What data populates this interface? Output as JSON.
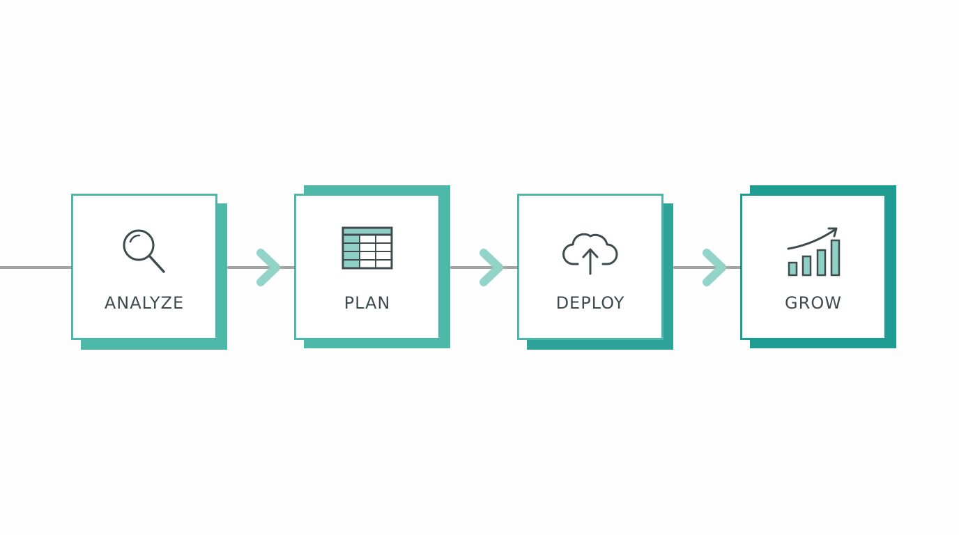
{
  "diagram": {
    "steps": [
      {
        "id": "analyze",
        "label": "ANALYZE",
        "icon": "magnifier-icon",
        "accent": "#4db8a8"
      },
      {
        "id": "plan",
        "label": "PLAN",
        "icon": "table-icon",
        "accent": "#4db8a8"
      },
      {
        "id": "deploy",
        "label": "DEPLOY",
        "icon": "cloud-upload-icon",
        "accent": "#2da39a"
      },
      {
        "id": "grow",
        "label": "GROW",
        "icon": "growth-chart-icon",
        "accent": "#1f9c91"
      }
    ],
    "colors": {
      "line": "#a3a6a6",
      "chevron": "#93d4c8",
      "text": "#3e4a4e",
      "icon_stroke": "#3e4a4e",
      "icon_fill": "#8ed0c4"
    }
  }
}
